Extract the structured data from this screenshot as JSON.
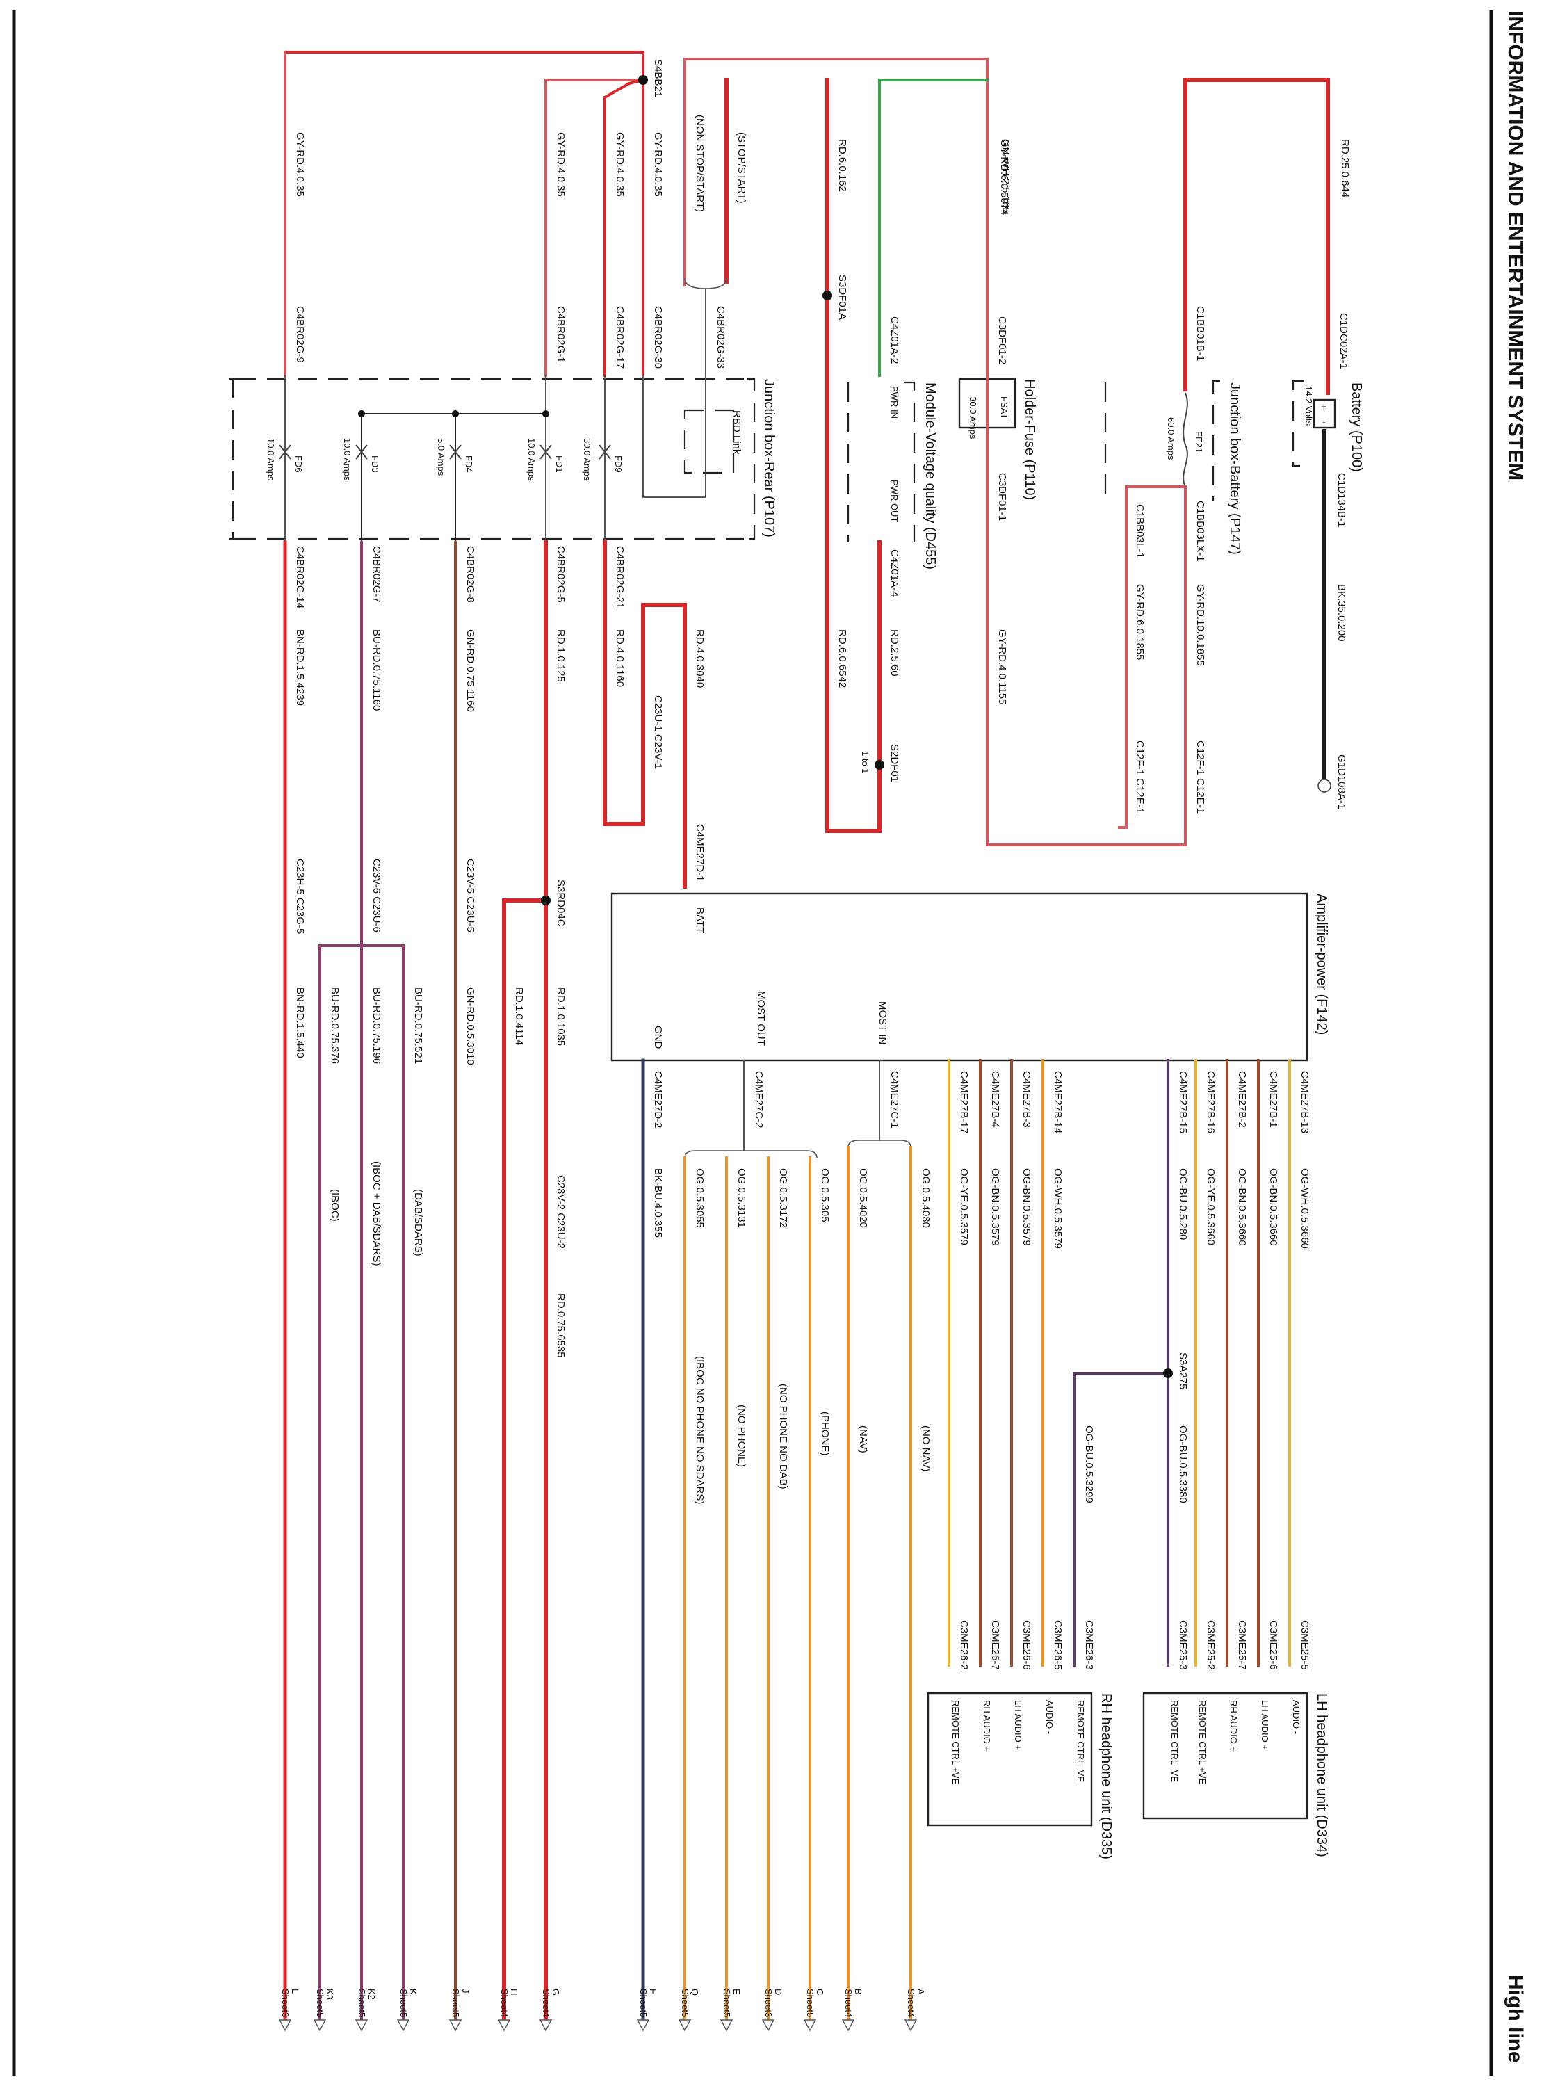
{
  "header": {
    "system_title": "INFORMATION AND ENTERTAINMENT SYSTEM",
    "variant": "High line"
  },
  "colors": {
    "red": "#d8262b",
    "grey_red": "#cf5a5f",
    "green": "#3fa34d",
    "black": "#1a1a1a",
    "brown": "#9c4a2a",
    "purple": "#8b3a6b",
    "orange": "#e8952e",
    "yellow": "#e8b52e",
    "navy": "#2d3a5c",
    "violet": "#5a3a66"
  },
  "components": {
    "battery": {
      "name": "Battery (P100)",
      "voltage": "14.2 Volts",
      "plus": "+",
      "minus": "-",
      "conn_pos": "C1DC02A-1",
      "conn_neg": "C1D134B-1",
      "ground_conn": "G1D108A-1"
    },
    "jbox_battery": {
      "name": "Junction box-Battery (P147)",
      "fuse": "FE21",
      "rating": "60.0 Amps",
      "conn_in": "C1BB01B-1",
      "conn_out1": "C1BB03LX-1",
      "conn_out2": "C1BB03L-1"
    },
    "holder_fuse": {
      "name": "Holder-Fuse (P110)",
      "fuse": "FSAT",
      "rating": "30.0 Amps",
      "conn_in": "C3DF01-2",
      "conn_out": "C3DF01-1"
    },
    "voltage_module": {
      "name": "Module-Voltage quality (D455)",
      "pwr_in": "PWR IN",
      "pwr_out": "PWR OUT",
      "conn_in": "C4Z01A-2",
      "conn_out": "C4Z01A-4"
    },
    "jbox_rear": {
      "name": "Junction box-Rear (P107)",
      "rbd": "RBD Link",
      "fuses": [
        {
          "id": "FD9",
          "rating": "30.0 Amps",
          "conn_in": "C4BR02G-17",
          "conn_out": "C4BR02G-21"
        },
        {
          "id": "FD1",
          "rating": "10.0 Amps",
          "conn_in": "C4BR02G-1",
          "conn_out": "C4BR02G-5"
        },
        {
          "id": "FD4",
          "rating": "5.0 Amps",
          "conn_out": "C4BR02G-8"
        },
        {
          "id": "FD3",
          "rating": "10.0 Amps",
          "conn_out": "C4BR02G-7"
        },
        {
          "id": "FD6",
          "rating": "10.0 Amps",
          "conn_in": "C4BR02G-9",
          "conn_out": "C4BR02G-14"
        }
      ],
      "conn_stop": "C4BR02G-33",
      "conn_nonstop": "C4BR02G-30"
    },
    "amplifier": {
      "name": "Amplifier-power (F142)",
      "batt": "BATT",
      "batt_conn": "C4ME27D-1",
      "gnd": "GND",
      "gnd_conn": "C4ME27D-2",
      "most_in": "MOST IN",
      "most_in_conn": "C4ME27C-1",
      "most_out": "MOST OUT",
      "most_out_conn": "C4ME27C-2"
    },
    "lh_headphone": {
      "name": "LH headphone unit (D334)",
      "pins": [
        {
          "label": "AUDIO -",
          "conn": "C3ME25-5"
        },
        {
          "label": "LH AUDIO +",
          "conn": "C3ME25-6"
        },
        {
          "label": "RH AUDIO +",
          "conn": "C3ME25-7"
        },
        {
          "label": "REMOTE CTRL +VE",
          "conn": "C3ME25-2"
        },
        {
          "label": "REMOTE CTRL -VE",
          "conn": "C3ME25-3"
        }
      ]
    },
    "rh_headphone": {
      "name": "RH headphone unit (D335)",
      "pins": [
        {
          "label": "REMOTE CTRL -VE",
          "conn": "C3ME26-3"
        },
        {
          "label": "AUDIO -",
          "conn": "C3ME26-5"
        },
        {
          "label": "LH AUDIO +",
          "conn": "C3ME26-6"
        },
        {
          "label": "RH AUDIO +",
          "conn": "C3ME26-7"
        },
        {
          "label": "REMOTE CTRL +VE",
          "conn": "C3ME26-2"
        }
      ]
    }
  },
  "wires": {
    "w_batt_main": "RD.25.0.644",
    "w_batt_gnd": "BK.35.0.200",
    "w_gy_rd_6_5974": "GY-RD.6.0.5974",
    "w_gn_wh": "GN-WH.2.5.165",
    "w_rd_6_162": "RD.6.0.162",
    "w_stop": "(STOP/START)",
    "w_nonstop": "(NON STOP/START)",
    "w_gy_rd_4_35_a": "GY-RD.4.0.35",
    "w_gy_rd_4_35_b": "GY-RD.4.0.35",
    "w_gy_rd_4_35_c": "GY-RD.4.0.35",
    "w_gy_rd_4_35_d": "GY-RD.4.0.35",
    "w_gy_rd_10_1855": "GY-RD.10.0.1855",
    "w_gy_rd_6_1855": "GY-RD.6.0.1855",
    "w_gy_rd_4_1155": "GY-RD.4.0.1155",
    "w_rd_2_5_60": "RD.2.5.60",
    "w_rd_6_6542": "RD.6.0.6542",
    "w_rd_4_3040": "RD.4.0.3040",
    "w_rd_4_1160": "RD.4.0.1160",
    "w_rd_1_125": "RD.1.0.125",
    "w_gn_rd_75_1160": "GN-RD.0.75.1160",
    "w_bu_rd_75_1160": "BU-RD.0.75.1160",
    "w_bn_rd_15_4239": "BN-RD.1.5.4239",
    "w_rd_1_1035": "RD.1.0.1035",
    "w_rd_1_4114": "RD.1.0.4114",
    "w_rd_75_6535": "RD.0.75.6535",
    "w_gn_rd_5_3010": "GN-RD.0.5.3010",
    "w_bu_rd_75_521": "BU-RD.0.75.521",
    "w_bu_rd_75_196": "BU-RD.0.75.196",
    "w_bu_rd_75_376": "BU-RD.0.75.376",
    "w_bn_rd_15_440": "BN-RD.1.5.440",
    "w_bk_bu": "BK-BU.4.0.355",
    "w_og_4030": "OG.0.5.4030",
    "w_og_4020": "OG.0.5.4020",
    "w_og_305": "OG.0.5.305",
    "w_og_3172": "OG.0.5.3172",
    "w_og_3131": "OG.0.5.3131",
    "w_og_3055": "OG.0.5.3055",
    "w_og_wh_3660": "OG-WH.0.5.3660",
    "w_og_bn_3660_a": "OG-BN.0.5.3660",
    "w_og_bn_3660_b": "OG-BN.0.5.3660",
    "w_og_ye_3660": "OG-YE.0.5.3660",
    "w_og_bu_280": "OG-BU.0.5.280",
    "w_og_bu_3380": "OG-BU.0.5.3380",
    "w_og_bu_3299": "OG-BU.0.5.3299",
    "w_og_wh_3579": "OG-WH.0.5.3579",
    "w_og_bn_3579_a": "OG-BN.0.5.3579",
    "w_og_bn_3579_b": "OG-BN.0.5.3579",
    "w_og_ye_3579": "OG-YE.0.5.3579"
  },
  "connectors": {
    "s4bb21": "S4BB21",
    "c4br02g_33": "C4BR02G-33",
    "c4br02g_30": "C4BR02G-30",
    "c4br02g_17": "C4BR02G-17",
    "c4br02g_1": "C4BR02G-1",
    "c4br02g_9": "C4BR02G-9",
    "s3df01a": "S3DF01A",
    "c3df01_2": "C3DF01-2",
    "c4z01a_2": "C4Z01A-2",
    "c1bb01b_1": "C1BB01B-1",
    "c1dc02a_1": "C1DC02A-1",
    "c12f1": "C12F-1 C12E-1",
    "c12f1b": "C12F-1 C12E-1",
    "s2df01": "S2DF01",
    "ratio": "1 to 1",
    "c23u1": "C23U-1 C23V-1",
    "s3rd04c": "S3RD04C",
    "c23v6": "C23V-6 C23U-6",
    "c23v5": "C23V-5 C23U-5",
    "c23h5": "C23H-5 C23G-5",
    "c23v2": "C23V-2 C23U-2",
    "s3a275": "S3A275",
    "c4me27b_13": "C4ME27B-13",
    "c4me27b_1": "C4ME27B-1",
    "c4me27b_2": "C4ME27B-2",
    "c4me27b_16": "C4ME27B-16",
    "c4me27b_15": "C4ME27B-15",
    "c4me27b_14": "C4ME27B-14",
    "c4me27b_3": "C4ME27B-3",
    "c4me27b_4": "C4ME27B-4",
    "c4me27b_17": "C4ME27B-17"
  },
  "annotations": {
    "no_nav": "(NO NAV)",
    "nav": "(NAV)",
    "phone": "(PHONE)",
    "no_phone_no_dab": "(NO PHONE NO DAB)",
    "no_phone": "(NO PHONE)",
    "iboc_no_phone_no_sdars": "(IBOC NO PHONE NO SDARS)",
    "dab_sdars": "(DAB/SDARS)",
    "iboc_dab_sdars": "(IBOC + DAB/SDARS)",
    "iboc": "(IBOC)"
  },
  "sheet_refs": [
    {
      "letter": "A",
      "sheet": "Sheet4"
    },
    {
      "letter": "B",
      "sheet": "Sheet4"
    },
    {
      "letter": "C",
      "sheet": "Sheet5"
    },
    {
      "letter": "D",
      "sheet": "Sheet3"
    },
    {
      "letter": "E",
      "sheet": "Sheet5"
    },
    {
      "letter": "Q",
      "sheet": "Sheet5"
    },
    {
      "letter": "F",
      "sheet": "Sheet5"
    },
    {
      "letter": "G",
      "sheet": "Sheet4"
    },
    {
      "letter": "H",
      "sheet": "Sheet4"
    },
    {
      "letter": "J",
      "sheet": "Sheet5"
    },
    {
      "letter": "K",
      "sheet": "Sheet5"
    },
    {
      "letter": "K2",
      "sheet": "Sheet5"
    },
    {
      "letter": "K3",
      "sheet": "Sheet5"
    },
    {
      "letter": "L",
      "sheet": "Sheet3"
    }
  ]
}
